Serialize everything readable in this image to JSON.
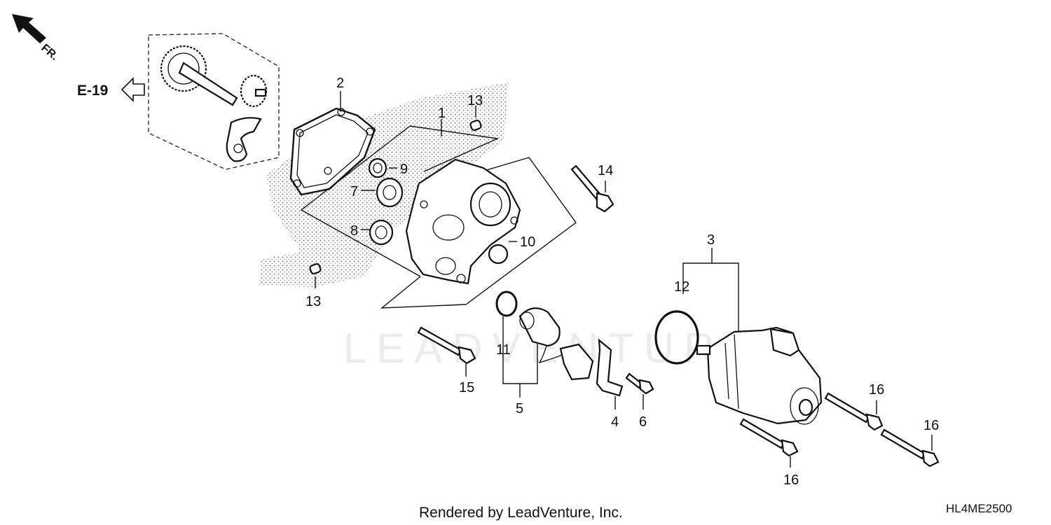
{
  "diagram": {
    "direction_label": "FR.",
    "reference_label": "E-19",
    "watermark": "LEADVENTURE",
    "footer_text": "Rendered by LeadVenture, Inc.",
    "diagram_code": "HL4ME2500",
    "callouts": {
      "c1": "1",
      "c2": "2",
      "c3": "3",
      "c4": "4",
      "c5": "5",
      "c6": "6",
      "c7": "7",
      "c8": "8",
      "c9": "9",
      "c10": "10",
      "c11": "11",
      "c12": "12",
      "c13a": "13",
      "c13b": "13",
      "c14": "14",
      "c15": "15",
      "c16a": "16",
      "c16b": "16",
      "c16c": "16"
    }
  }
}
